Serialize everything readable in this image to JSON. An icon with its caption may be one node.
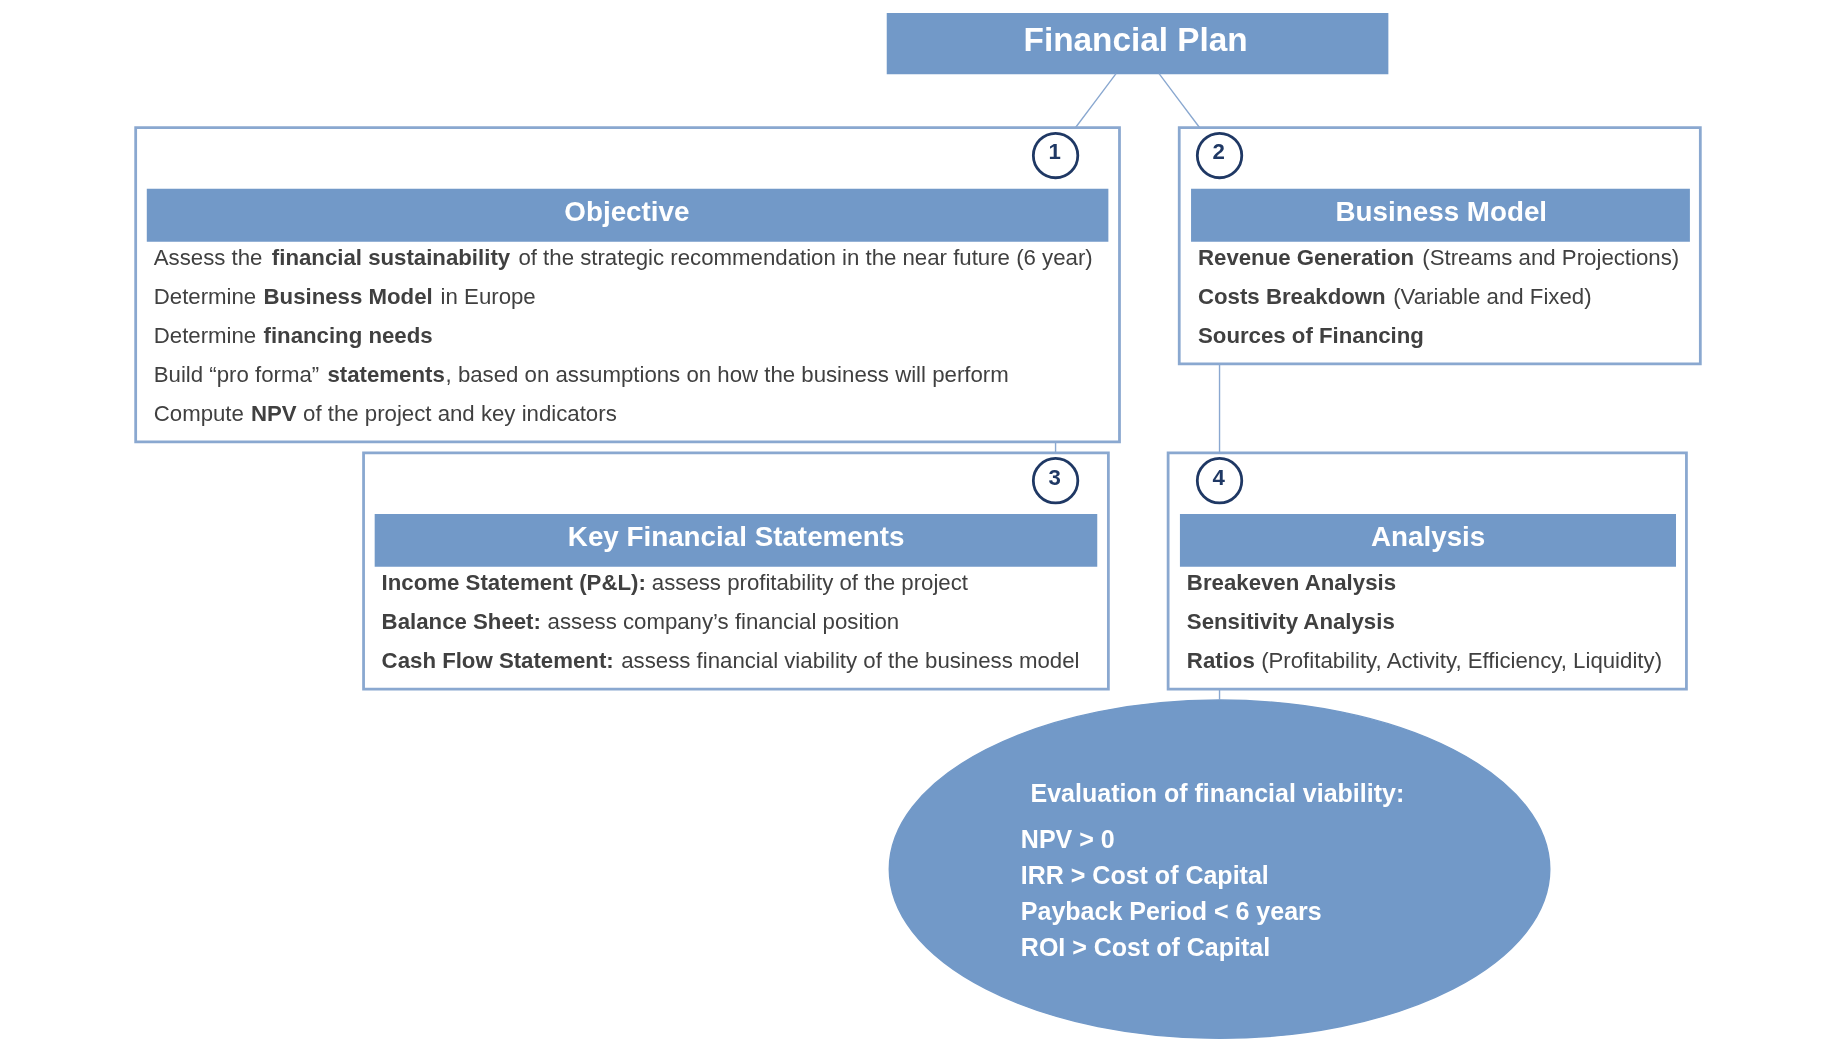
{
  "diagram": {
    "nodes": [
      {
        "text": [
          "Financial Plan"
        ]
      },
      {
        "text": [
          "Objective",
          "Assess the **financial sustainability** of the strategic recommendation in the near future (6 year)",
          "Determine **Business Model** in Europe",
          "Determine **financing needs**",
          "Build “pro forma” **statements**, based on assumptions on how the business will perform",
          "Compute **NPV** of the project and key indicators"
        ]
      },
      {
        "text": [
          "1"
        ],
        "in": 1
      },
      {
        "text": [
          "Business Model",
          "**Revenue Generation** (Streams and Projections)",
          "**Costs Breakdown** (Variable and Fixed)",
          "Sources of Financing"
        ]
      },
      {
        "text": [
          "2"
        ],
        "in": 3
      },
      {
        "text": [
          "Key Financial Statements",
          "**Income Statement (P&L):** assess profitability of the project",
          "**Balance Sheet:** assess company’s financial position",
          "**Cash Flow Statement:** assess financial viability of the business model"
        ]
      },
      {
        "text": [
          "3"
        ],
        "in": 5
      },
      {
        "text": [
          "Analysis",
          "Breakeven Analysis",
          "Sensitivity Analysis",
          "**Ratios** (Profitability, Activity, Efficiency, Liquidity)"
        ]
      },
      {
        "text": [
          "4"
        ],
        "in": 7
      },
      {
        "text": [
          "Evaluation of financial viability:",
          "NPV > 0",
          "IRR > Cost of Capital",
          "Payback Period < 6 years",
          "ROI > Cost of Capital"
        ]
      }
    ],
    "edges": [
      {
        "from": 0,
        "to": 1,
        "arrow": "none"
      },
      {
        "from": 0,
        "to": 3,
        "arrow": "none"
      },
      {
        "from": 1,
        "to": 5,
        "arrow": "none"
      },
      {
        "from": 3,
        "to": 7,
        "arrow": "none"
      },
      {
        "from": 7,
        "to": 9,
        "arrow": "none"
      }
    ]
  }
}
